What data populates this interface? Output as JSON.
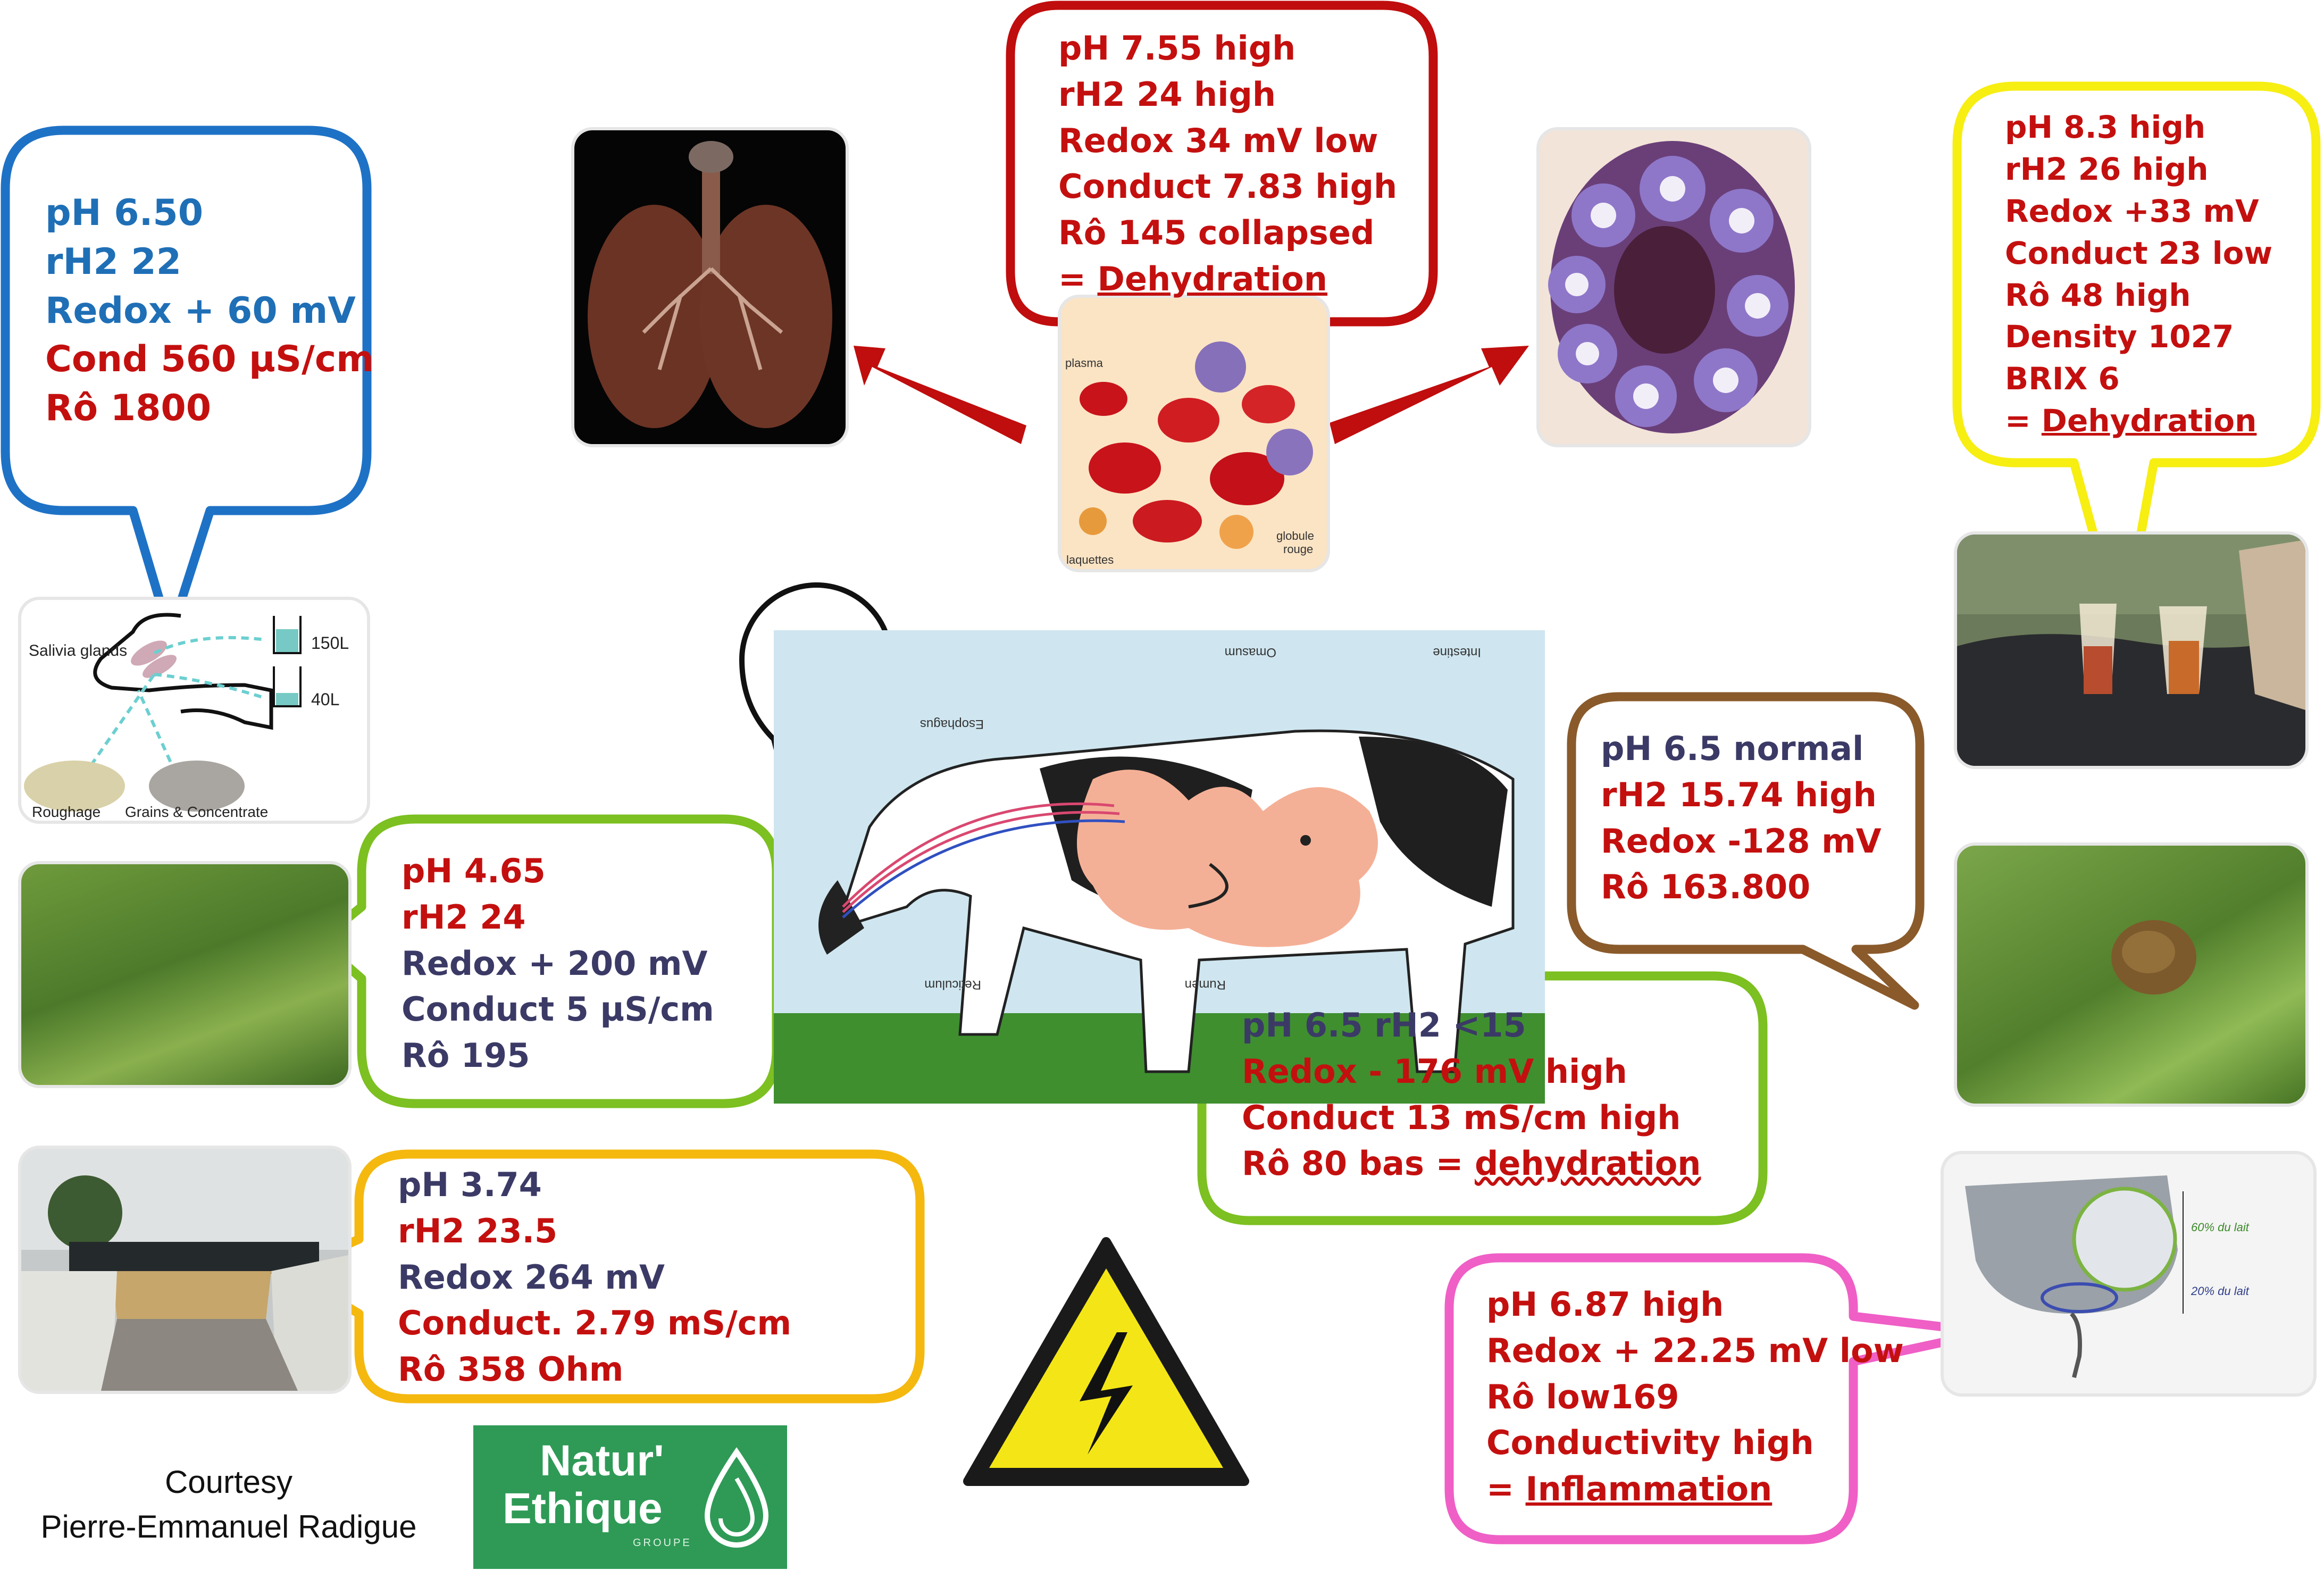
{
  "colors": {
    "red_text": "#c3100f",
    "navy_text": "#3b3a66",
    "blue_text": "#1f6fb6",
    "blue_border": "#1e72c6",
    "red_border": "#c00d0d",
    "yellow_border": "#f7ee12",
    "green_border": "#7cc021",
    "orange_border": "#f5b80f",
    "brown_border": "#8a5a2b",
    "pink_border": "#ef5fc6",
    "logo_green": "#2e9a56"
  },
  "saliva": {
    "lines": [
      "pH 6.50",
      "rH2 22",
      "Redox + 60 mV",
      "Cond 560 µS/cm",
      "Rô  1800"
    ],
    "diagram": {
      "glands_label": "Salivia glands",
      "volume_high": "150L",
      "volume_low": "40L",
      "roughage": "Roughage",
      "grains": "Grains & Concentrate"
    }
  },
  "blood": {
    "lines": [
      "pH  7.55 high",
      "rH2 24 high",
      "Redox 34 mV low",
      "Conduct 7.83 high",
      "Rô 145 collapsed"
    ],
    "conclusion_prefix": "= ",
    "conclusion": "Dehydration",
    "image_labels": {
      "plasma": "plasma",
      "globule": "globule",
      "rouge": "rouge",
      "plaquettes": "laquettes"
    }
  },
  "urine": {
    "lines": [
      "pH 8.3 high",
      "rH2 26 high",
      "Redox +33 mV",
      "Conduct 23 low",
      "Rô 48 high",
      "Density 1027",
      "BRIX 6"
    ],
    "conclusion_prefix": "= ",
    "conclusion": "Dehydration"
  },
  "grass": {
    "lines": [
      "pH 4.65",
      "rH2 24",
      "Redox + 200 mV",
      "Conduct 5 µS/cm",
      "Rô 195"
    ]
  },
  "silage": {
    "lines": [
      "pH 3.74",
      "rH2 23.5",
      "Redox 264 mV",
      "Conduct. 2.79 mS/cm",
      "Rô 358 Ohm"
    ]
  },
  "rumen": {
    "lines": [
      "pH 6.5  rH2 <15",
      "Redox - 176 mV high",
      "Conduct 13 mS/cm high"
    ],
    "last_prefix": "Rô 80 bas = ",
    "last_word": "dehydration"
  },
  "dung": {
    "lines": [
      "pH 6.5 normal",
      "rH2  15.74 high",
      "Redox -128  mV",
      "Rô 163.800"
    ]
  },
  "milk": {
    "lines": [
      "pH 6.87 high",
      "Redox + 22.25 mV low",
      "Rô low169",
      "Conductivity high"
    ],
    "conclusion_prefix": "= ",
    "conclusion": "Inflammation",
    "udder_labels": [
      "60% du lait",
      "20% du lait"
    ]
  },
  "cow_labels": {
    "omasum": "Omasum",
    "intestine": "Intestine",
    "esophagus": "Esophagus",
    "reticulum": "Reticulum",
    "rumen": "Rumen"
  },
  "credit": {
    "line1": "Courtesy",
    "line2": "Pierre-Emmanuel Radigue"
  },
  "logo": {
    "line1": "Natur'",
    "line2": "Ethique",
    "sub": "GROUPE"
  }
}
